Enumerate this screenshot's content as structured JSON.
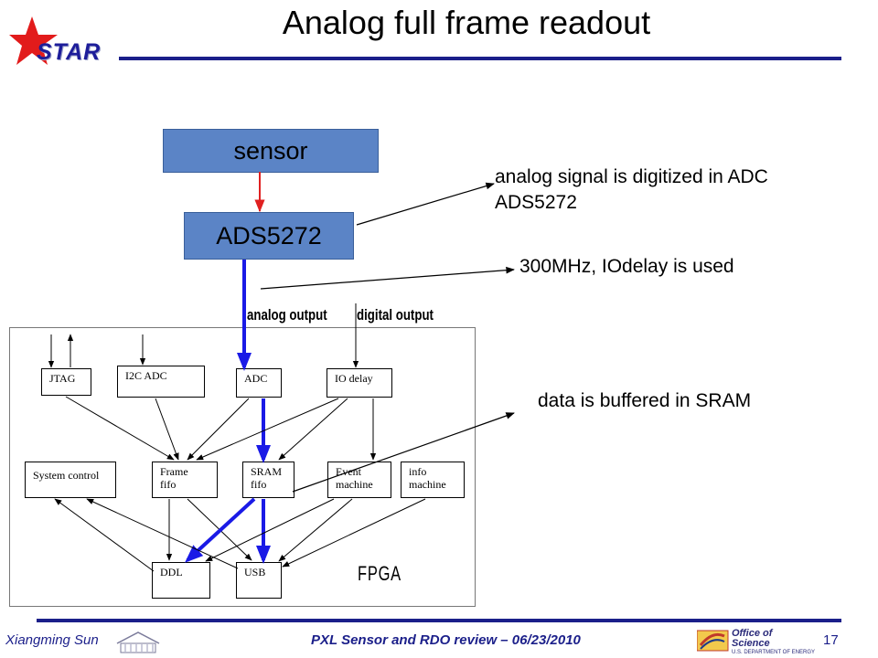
{
  "slide": {
    "title": "Analog full frame readout",
    "logo_text": "STAR",
    "sensor_label": "sensor",
    "adc_chip_label": "ADS5272",
    "notes": {
      "adc_line1": "analog signal is digitized in ADC",
      "adc_line2": "ADS5272",
      "iodelay": "300MHz, IOdelay is used",
      "sram": "data is buffered in SRAM"
    },
    "diagram": {
      "analog_output_label": "analog output",
      "digital_output_label": "digital output",
      "fpga_label": "FPGA",
      "blocks": {
        "jtag": "JTAG",
        "i2c_adc": "I2C ADC",
        "adc": "ADC",
        "io_delay": "IO delay",
        "system_control": "System control",
        "frame_fifo_1": "Frame",
        "frame_fifo_2": "fifo",
        "sram_fifo_1": "SRAM",
        "sram_fifo_2": "fifo",
        "event_machine_1": "Event",
        "event_machine_2": "machine",
        "info_machine_1": "info",
        "info_machine_2": "machine",
        "ddl": "DDL",
        "usb": "USB"
      }
    },
    "footer": {
      "author": "Xiangming Sun",
      "talk_title": "PXL Sensor and RDO review – 06/23/2010",
      "page_number": "17",
      "doe_line1": "Office of",
      "doe_line2": "Science",
      "doe_line3": "U.S. DEPARTMENT OF ENERGY"
    },
    "colors": {
      "accent_navy": "#1b1f8a",
      "box_blue": "#5b84c6",
      "signal_red": "#e02020",
      "data_path_blue": "#1a1ae6",
      "star_red": "#e21b1b"
    }
  }
}
